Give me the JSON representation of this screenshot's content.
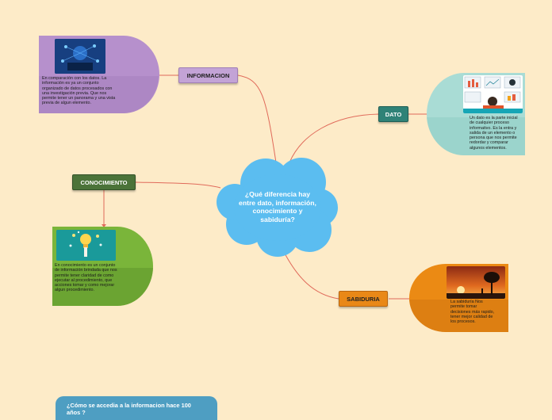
{
  "central": {
    "text": "¿Qué diferencia hay entre dato, información, conocimiento y sabiduría?",
    "color": "#5bbdf0"
  },
  "topics": [
    {
      "id": "informacion",
      "label": "INFORMACION",
      "color": "#c3a3d6",
      "text_color": "#222222"
    },
    {
      "id": "dato",
      "label": "DATO",
      "color": "#2f8277",
      "text_color": "#ffffff"
    },
    {
      "id": "conocimiento",
      "label": "CONOCIMIENTO",
      "color": "#4b7339",
      "text_color": "#ffffff"
    },
    {
      "id": "sabiduria",
      "label": "SABIDURIA",
      "color": "#e98817",
      "text_color": "#222222"
    }
  ],
  "notes": {
    "informacion": "En comparación con los datos. La información es ya un conjunto organizado de datos procesados con una investigación previa. Que nos permite tener un panorama y una vista previa de algun elemento.",
    "dato": "Un dato es la parte inicial de cualquier proceso informativo. Es la entra y salida de un elemento o persona que nos permite redordar y comparar algunos elementos.",
    "conocimiento": "En conocimiento es un conjunto de información brindada que nos permite tener claridad de como ejecutar al procedimiento, que acciones tomar y como mejorar algun procedimiento.",
    "sabiduria": "La sabiduría Nos permite tomar decisiones más rapido, tener mejor calidad de los procesos."
  },
  "bottom_card": {
    "text": "¿Cómo se accedia a la informacion hace 100 años ?"
  },
  "colors": {
    "background": "#fdebc8",
    "connector": "#e06a5a",
    "informacion_shape": "#b690cc",
    "dato_shape": "#a9dcd5",
    "conocimiento_shape": "#7ab53a",
    "sabiduria_shape": "#eb8a14"
  }
}
